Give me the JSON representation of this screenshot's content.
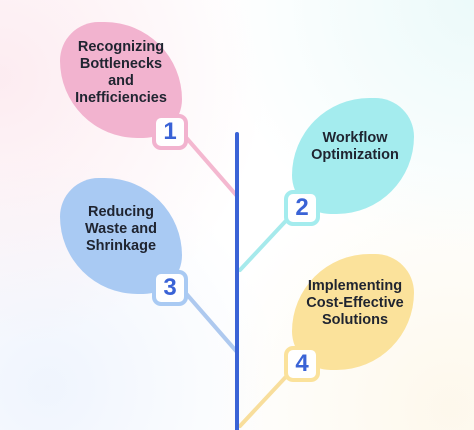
{
  "steps": [
    {
      "number": "1",
      "label": "Recognizing Bottlenecks and Inefficiencies",
      "color": "#f2b3cf",
      "line_color": "#f4b8d0"
    },
    {
      "number": "2",
      "label": "Workflow Optimization",
      "color": "#a4ecee",
      "line_color": "#a6eaec"
    },
    {
      "number": "3",
      "label": "Reducing Waste and Shrinkage",
      "color": "#a9caf3",
      "line_color": "#aec9ef"
    },
    {
      "number": "4",
      "label": "Implementing Cost-Effective Solutions",
      "color": "#fbe29b",
      "line_color": "#f8de9c"
    }
  ],
  "colors": {
    "stem": "#3a63d6",
    "number_text": "#3a63d6"
  }
}
